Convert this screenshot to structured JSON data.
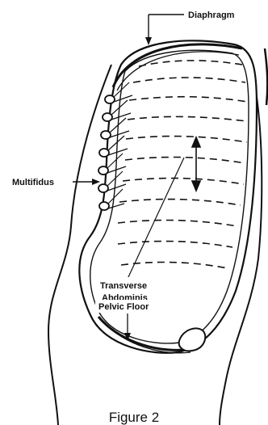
{
  "labels": {
    "diaphragm": "Diaphragm",
    "multifidus": "Multifidus",
    "transverse_line1": "Transverse",
    "transverse_line2": "Abdominis",
    "pelvic_floor": "Pelvic Floor"
  },
  "caption": "Figure 2",
  "colors": {
    "ink": "#111111",
    "paper": "#ffffff"
  },
  "icons": {
    "pressure_arrow": "double-headed-arrow-icon"
  }
}
